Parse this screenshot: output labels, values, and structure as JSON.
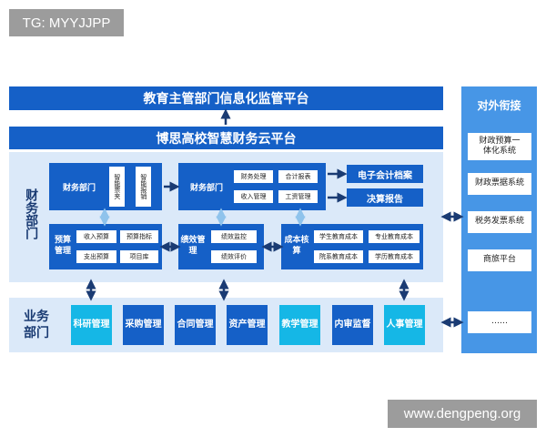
{
  "watermarks": {
    "top_left": "TG: MYYJJPP",
    "bottom_right": "www.dengpeng.org"
  },
  "top_platform": "教育主管部门信息化监管平台",
  "cloud_platform": "博思高校智慧财务云平台",
  "finance_dept": {
    "label": "财务部门",
    "group1": {
      "title": "财务部门",
      "items": [
        "智能票夹",
        "智能报销"
      ]
    },
    "group2": {
      "title": "财务部门",
      "items": [
        "财务处理",
        "合计报表",
        "收入管理",
        "工资管理"
      ]
    },
    "archive": "电子会计档案",
    "report": "决算报告",
    "budget": {
      "title": "预算管理",
      "items": [
        "收入预算",
        "预算指标",
        "支出预算",
        "项目库"
      ]
    },
    "performance": {
      "title": "绩效管理",
      "items": [
        "绩效监控",
        "绩效评价"
      ]
    },
    "cost": {
      "title": "成本核算",
      "items": [
        "学生教育成本",
        "专业教育成本",
        "院系教育成本",
        "学历教育成本"
      ]
    }
  },
  "business_dept": {
    "label": "业务部门",
    "items": [
      "科研管理",
      "采购管理",
      "合同管理",
      "资产管理",
      "教学管理",
      "内审监督",
      "人事管理"
    ]
  },
  "external": {
    "title": "对外衔接",
    "items": [
      "财政预算一体化系统",
      "财政票据系统",
      "税务发票系统",
      "商旅平台",
      "……"
    ]
  },
  "colors": {
    "primary": "#1560c7",
    "teal": "#15b7e6",
    "panel": "#dbe9f9",
    "side": "#4796e6",
    "connector": "#1a3b73",
    "connector_light": "#8fc3ec"
  }
}
